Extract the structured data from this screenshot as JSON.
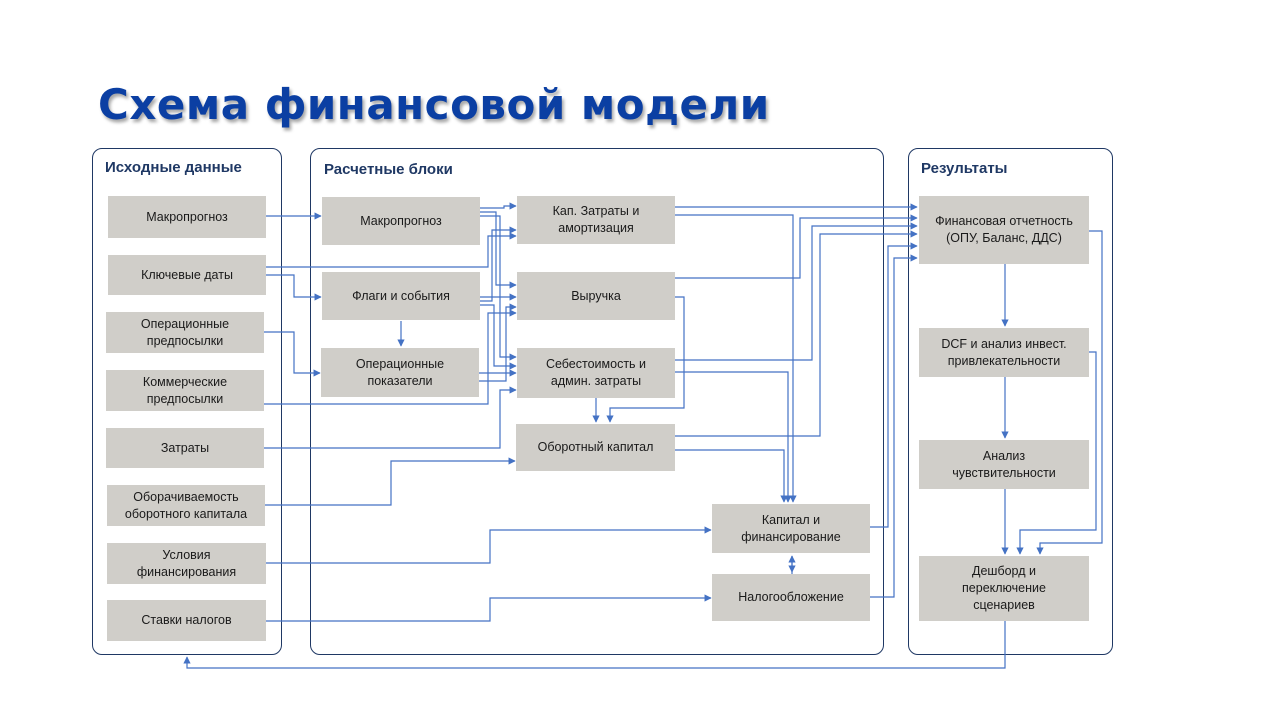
{
  "title": "Схема финансовой модели",
  "colors": {
    "title": "#0b3fa3",
    "frame": "#1f3864",
    "box": "#d0cec9",
    "arrow": "#4472c4"
  },
  "panels": {
    "inputs": "Исходные данные",
    "calc": "Расчетные блоки",
    "results": "Результаты"
  },
  "inputs": {
    "macro": "Макропрогноз",
    "dates": "Ключевые даты",
    "oper": "Операционные\nпредпосылки",
    "comm": "Коммерческие\nпредпосылки",
    "costs": "Затраты",
    "turnover": "Оборачиваемость\nоборотного капитала",
    "fin_terms": "Условия\nфинансирования",
    "tax_rates": "Ставки налогов"
  },
  "calc": {
    "macro": "Макропрогноз",
    "flags": "Флаги и события",
    "op_ind": "Операционные\nпоказатели",
    "capex": "Кап. Затраты и\nамортизация",
    "revenue": "Выручка",
    "cogs": "Себестоимость и\nадмин. затраты",
    "wc": "Оборотный капитал",
    "capital": "Капитал и\nфинансирование",
    "tax": "Налогообложение"
  },
  "results": {
    "fs": "Финансовая отчетность\n(ОПУ, Баланс, ДДС)",
    "dcf": "DCF и анализ инвест.\nпривлекательности",
    "sens": "Анализ\nчувствительности",
    "dash": "Дешборд и\nпереключение\nсценариев"
  }
}
